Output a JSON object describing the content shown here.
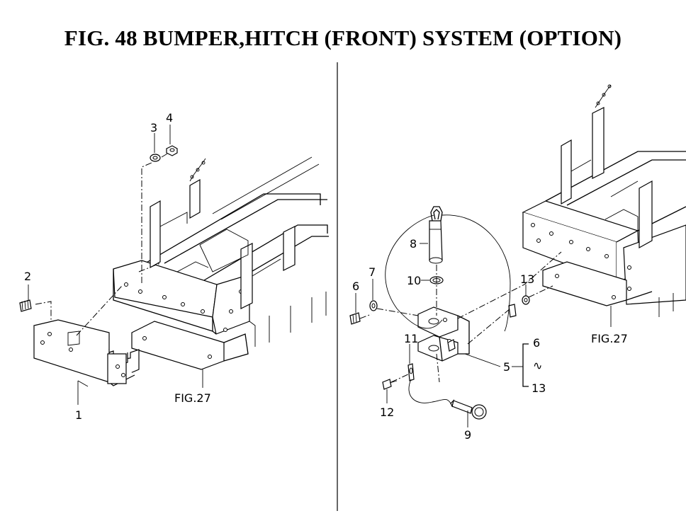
{
  "title": "FIG. 48  BUMPER,HITCH (FRONT) SYSTEM (OPTION)",
  "left_view": {
    "callouts": [
      "1",
      "2",
      "3",
      "4"
    ],
    "fig_ref": "FIG.27"
  },
  "right_view": {
    "callouts": [
      "5",
      "6",
      "7",
      "8",
      "9",
      "10",
      "11",
      "12",
      "13"
    ],
    "bracket_top": "6",
    "bracket_mid": "∿",
    "bracket_bottom": "13",
    "fig_ref": "FIG.27"
  }
}
